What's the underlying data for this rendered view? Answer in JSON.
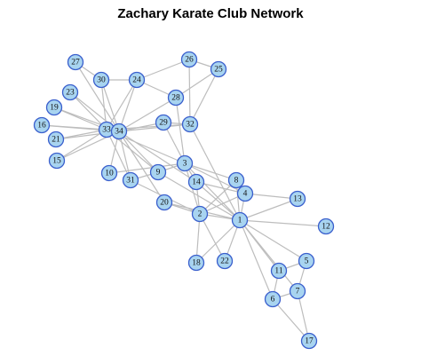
{
  "title": "Zachary Karate Club Network",
  "colors": {
    "node_fill": "#a8d4f0",
    "node_stroke": "#3a5fcd",
    "edge": "#bdbdbd"
  },
  "nodes": [
    "1",
    "2",
    "3",
    "4",
    "5",
    "6",
    "7",
    "8",
    "9",
    "10",
    "11",
    "12",
    "13",
    "14",
    "15",
    "16",
    "17",
    "18",
    "19",
    "20",
    "21",
    "22",
    "23",
    "24",
    "25",
    "26",
    "27",
    "28",
    "29",
    "30",
    "31",
    "32",
    "33",
    "34"
  ],
  "edges": [
    [
      "2",
      "1"
    ],
    [
      "3",
      "1"
    ],
    [
      "4",
      "1"
    ],
    [
      "5",
      "1"
    ],
    [
      "6",
      "1"
    ],
    [
      "7",
      "1"
    ],
    [
      "8",
      "1"
    ],
    [
      "9",
      "1"
    ],
    [
      "11",
      "1"
    ],
    [
      "12",
      "1"
    ],
    [
      "13",
      "1"
    ],
    [
      "14",
      "1"
    ],
    [
      "18",
      "1"
    ],
    [
      "20",
      "1"
    ],
    [
      "22",
      "1"
    ],
    [
      "32",
      "1"
    ],
    [
      "3",
      "2"
    ],
    [
      "4",
      "2"
    ],
    [
      "8",
      "2"
    ],
    [
      "14",
      "2"
    ],
    [
      "18",
      "2"
    ],
    [
      "20",
      "2"
    ],
    [
      "22",
      "2"
    ],
    [
      "31",
      "2"
    ],
    [
      "4",
      "3"
    ],
    [
      "8",
      "3"
    ],
    [
      "9",
      "3"
    ],
    [
      "10",
      "3"
    ],
    [
      "14",
      "3"
    ],
    [
      "28",
      "3"
    ],
    [
      "29",
      "3"
    ],
    [
      "33",
      "3"
    ],
    [
      "8",
      "4"
    ],
    [
      "13",
      "4"
    ],
    [
      "14",
      "4"
    ],
    [
      "7",
      "5"
    ],
    [
      "11",
      "5"
    ],
    [
      "7",
      "6"
    ],
    [
      "11",
      "6"
    ],
    [
      "17",
      "6"
    ],
    [
      "17",
      "7"
    ],
    [
      "31",
      "9"
    ],
    [
      "33",
      "9"
    ],
    [
      "34",
      "9"
    ],
    [
      "34",
      "10"
    ],
    [
      "34",
      "14"
    ],
    [
      "33",
      "15"
    ],
    [
      "34",
      "15"
    ],
    [
      "33",
      "16"
    ],
    [
      "34",
      "16"
    ],
    [
      "33",
      "19"
    ],
    [
      "34",
      "19"
    ],
    [
      "34",
      "20"
    ],
    [
      "33",
      "21"
    ],
    [
      "34",
      "21"
    ],
    [
      "33",
      "23"
    ],
    [
      "34",
      "23"
    ],
    [
      "26",
      "24"
    ],
    [
      "28",
      "24"
    ],
    [
      "30",
      "24"
    ],
    [
      "33",
      "24"
    ],
    [
      "34",
      "24"
    ],
    [
      "26",
      "25"
    ],
    [
      "28",
      "25"
    ],
    [
      "32",
      "25"
    ],
    [
      "32",
      "26"
    ],
    [
      "30",
      "27"
    ],
    [
      "34",
      "27"
    ],
    [
      "34",
      "28"
    ],
    [
      "32",
      "29"
    ],
    [
      "34",
      "29"
    ],
    [
      "33",
      "30"
    ],
    [
      "34",
      "30"
    ],
    [
      "33",
      "31"
    ],
    [
      "34",
      "31"
    ],
    [
      "33",
      "32"
    ],
    [
      "34",
      "32"
    ],
    [
      "34",
      "33"
    ]
  ]
}
